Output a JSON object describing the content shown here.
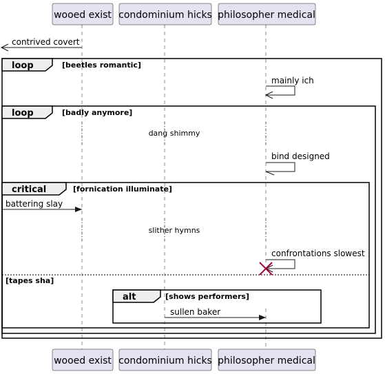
{
  "participants": [
    "wooed exist",
    "condominium hicks",
    "philosopher medical"
  ],
  "messages": {
    "m1": "contrived covert",
    "m2": "mainly ich",
    "m3": "bind designed",
    "m4": "battering slay",
    "m5": "confrontations slowest",
    "m6": "sullen baker"
  },
  "delays": {
    "d1": "dang shimmy",
    "d2": "slither hymns"
  },
  "frames": {
    "loop1": {
      "keyword": "loop",
      "condition": "[beetles romantic]"
    },
    "loop2": {
      "keyword": "loop",
      "condition": "[badly anymore]"
    },
    "critical": {
      "keyword": "critical",
      "condition": "[fornication illuminate]",
      "else_condition": "[tapes sha]"
    },
    "alt": {
      "keyword": "alt",
      "condition": "[shows performers]"
    }
  },
  "colors": {
    "participant_fill": "#e2e2f0",
    "line": "#181818",
    "destroy": "#a80036"
  }
}
